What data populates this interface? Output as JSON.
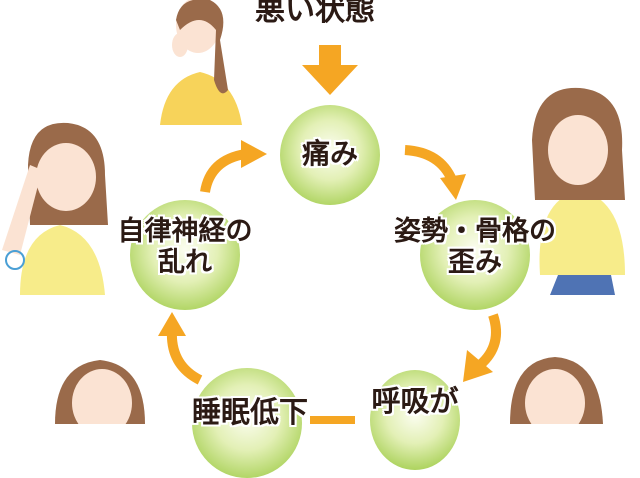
{
  "title": "悪い状態",
  "nodes": {
    "pain": "痛み",
    "posture_line1": "姿勢・骨格の",
    "posture_line2": "歪み",
    "breathing": "呼吸が",
    "sleep": "睡眠低下",
    "autonomic_line1": "自律神経の",
    "autonomic_line2": "乱れ"
  },
  "colors": {
    "arrow": "#f5a623",
    "circle": "#8cc03a",
    "text": "#2b1a14"
  }
}
